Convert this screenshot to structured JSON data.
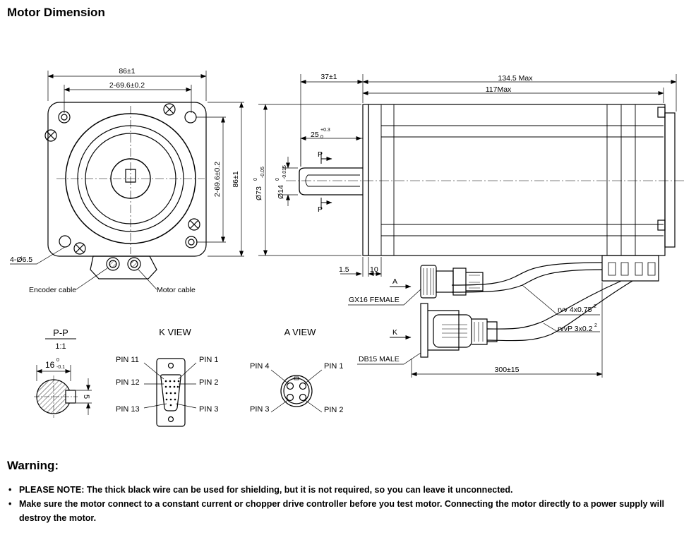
{
  "header": {
    "title": "Motor Dimension"
  },
  "front_view": {
    "width_dim": "86±1",
    "hole_spacing_dim": "2-69.6±0.2",
    "vertical_hole_dim": "2-69.6±0.2",
    "height_dim": "86±1",
    "holes_label": "4-Ø6.5",
    "encoder_cable": "Encoder cable",
    "motor_cable": "Motor cable"
  },
  "side_view": {
    "shaft_len_dim": "37±1",
    "total_len_dim": "134.5 Max",
    "body_len_dim": "117Max",
    "key_len_dim": "25",
    "key_len_tol": "+0.3",
    "key_len_tol_low": "0",
    "pilot_dia_dim": "Ø73",
    "pilot_dia_tol_up": "0",
    "pilot_dia_tol_low": "-0.05",
    "shaft_dia_dim": "Ø14",
    "shaft_dia_tol_up": "0",
    "shaft_dia_tol_low": "-0.015",
    "section_top": "P",
    "section_bottom": "P",
    "flange_thk_dim": "1.5",
    "flange_len_dim": "10",
    "view_a_arrow": "A",
    "view_k_arrow": "K",
    "gx16_label": "GX16 FEMALE",
    "db15_label": "DB15 MALE",
    "rvv_label": "rvv 4x0.75",
    "rvv_sup": "2",
    "rvvp_label": "rvvP 3x0.2",
    "rvvp_sup": "2",
    "cable_len_dim": "300±15"
  },
  "section_pp": {
    "title": "P-P",
    "scale": "1:1",
    "dim": "16",
    "tol_up": "0",
    "tol_low": "-0.1",
    "key_dim": "5"
  },
  "k_view": {
    "title": "K VIEW",
    "pin11": "PIN 11",
    "pin12": "PIN 12",
    "pin13": "PIN 13",
    "pin1": "PIN 1",
    "pin2": "PIN 2",
    "pin3": "PIN 3"
  },
  "a_view": {
    "title": "A VIEW",
    "pin4": "PIN 4",
    "pin1": "PIN 1",
    "pin3": "PIN 3",
    "pin2": "PIN 2"
  },
  "warning": {
    "title": "Warning:",
    "note1_bold": "PLEASE NOTE:",
    "note1_text": " The thick black wire can be used for shielding, but it is not required, so you can leave it unconnected.",
    "note2_text": "Make sure the motor connect to a constant current or chopper drive controller before you test motor. Connecting the motor directly to a power supply will destroy the motor."
  }
}
